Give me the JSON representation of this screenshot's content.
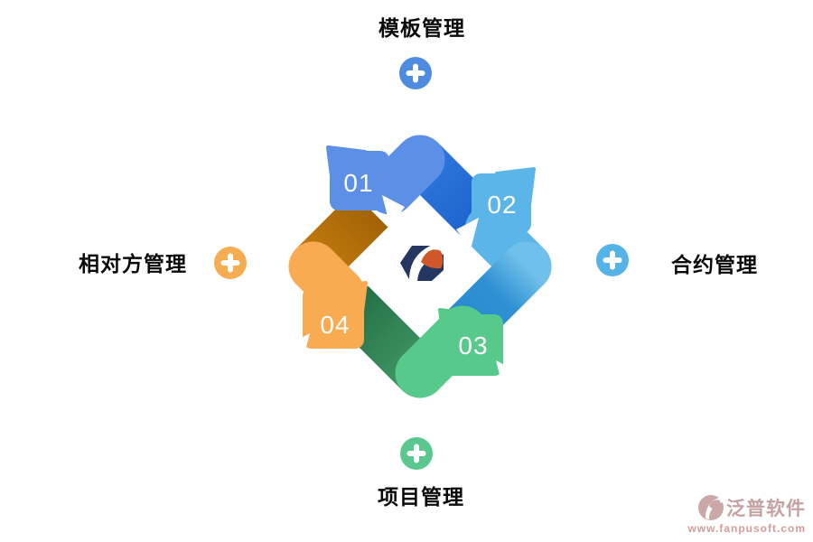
{
  "diagram": {
    "type": "cycle-process-4-steps",
    "steps": [
      {
        "number": "01",
        "label": "模板管理",
        "position": "top",
        "arrow_color": "#5b90e6",
        "arrow_shadow_color": "#1d64cf",
        "icon": "plus-icon",
        "icon_color": "#4e8ce2"
      },
      {
        "number": "02",
        "label": "合约管理",
        "position": "right",
        "arrow_color": "#5cb5e9",
        "arrow_shadow_color": "#2b8ad0",
        "icon": "plus-icon",
        "icon_color": "#55b3e8"
      },
      {
        "number": "03",
        "label": "项目管理",
        "position": "bottom",
        "arrow_color": "#57c98b",
        "arrow_shadow_color": "#2d7b50",
        "icon": "plus-icon",
        "icon_color": "#58c88e"
      },
      {
        "number": "04",
        "label": "相对方管理",
        "position": "left",
        "arrow_color": "#f8ab51",
        "arrow_shadow_color": "#ad6b0a",
        "icon": "plus-icon",
        "icon_color": "#f6ac50"
      }
    ],
    "center_logo": {
      "name": "fanpu-logo",
      "navy": "#243763",
      "orange": "#d0572a"
    },
    "watermark": {
      "brand": "泛普软件",
      "url": "www.fanpusoft.com",
      "brand_color": "#c5a2a2",
      "url_color": "#d69c9c"
    }
  }
}
